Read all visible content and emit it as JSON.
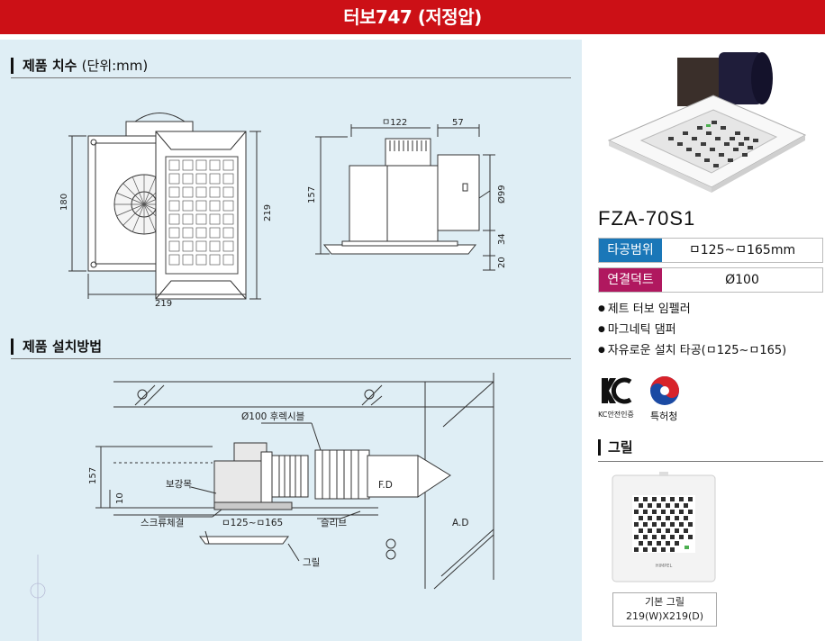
{
  "header": {
    "title": "터보747 (저정압)"
  },
  "dimensions_section": {
    "title": "제품 치수",
    "unit": "(단위:mm)",
    "front_view": {
      "height_180": "180",
      "height_219": "219",
      "width_219": "219"
    },
    "side_view": {
      "top_122": "ㅁ122",
      "top_57": "57",
      "height_157": "157",
      "dia_99": "Ø99",
      "dim_34": "34",
      "dim_20": "20"
    }
  },
  "install_section": {
    "title": "제품 설치방법",
    "labels": {
      "flexible": "Ø100 후렉시블",
      "reinforcement": "보강목",
      "screw": "스크류체결",
      "range": "ㅁ125~ㅁ165",
      "sleeve": "슬리브",
      "grill": "그릴",
      "fd": "F.D",
      "ad": "A.D",
      "dim_157": "157",
      "dim_10": "10"
    }
  },
  "product": {
    "model": "FZA-70S1",
    "specs": [
      {
        "key": "타공범위",
        "value": "ㅁ125~ㅁ165mm",
        "color": "#1a77b8"
      },
      {
        "key": "연결덕트",
        "value": "Ø100",
        "color": "#b0185f"
      }
    ],
    "features": [
      "제트 터보 임펠러",
      "마그네틱 댐퍼",
      "자유로운 설치 타공(ㅁ125~ㅁ165)"
    ],
    "certifications": {
      "kc": "KC안전인증",
      "patent": "특허청"
    }
  },
  "grill_section": {
    "title": "그릴",
    "brand": "HIMPEL",
    "caption_line1": "기본 그릴",
    "caption_line2": "219(W)X219(D)"
  },
  "colors": {
    "title_bar": "#cc1016",
    "panel_bg": "#dfeef5",
    "spec_blue": "#1a77b8",
    "spec_magenta": "#b0185f"
  }
}
